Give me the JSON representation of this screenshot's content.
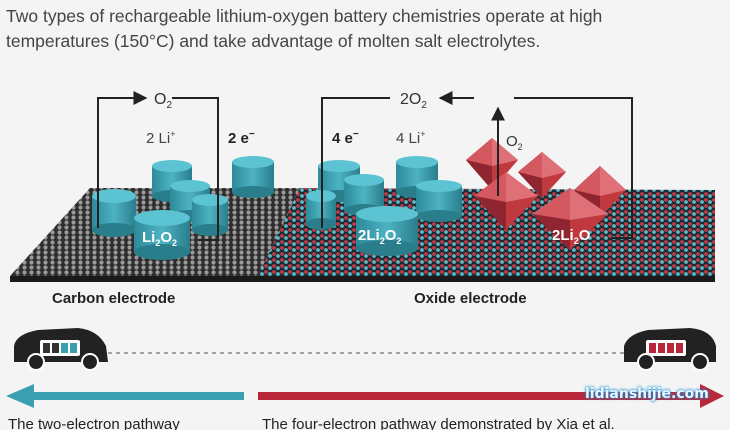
{
  "caption": {
    "line1": "Two types of rechargeable lithium-oxygen battery chemistries operate at high",
    "line2": "temperatures (150°C) and take advantage of molten salt electrolytes."
  },
  "left": {
    "gas": "O",
    "gas_sub": "2",
    "li_ions": "2 Li",
    "li_sup": "+",
    "electrons": "2 e",
    "electrons_sup": "−",
    "product": "Li",
    "product_sub1": "2",
    "product_mid": "O",
    "product_sub2": "2",
    "electrode": "Carbon electrode"
  },
  "right": {
    "gas_coef": "2O",
    "gas_sub": "2",
    "electrons": "4 e",
    "electrons_sup": "−",
    "li_ions": "4 Li",
    "li_sup": "+",
    "o2_label": "O",
    "o2_sub": "2",
    "product1": "2Li",
    "product1_sub1": "2",
    "product1_mid": "O",
    "product1_sub2": "2",
    "product2": "2Li",
    "product2_sub": "2",
    "product2_end": "O",
    "electrode": "Oxide electrode"
  },
  "bottom": {
    "left_text": "The two-electron pathway",
    "right_text": "The four-electron pathway demonstrated by Xia et al."
  },
  "watermark": "lidianshijie.com",
  "colors": {
    "teal": "#3a9fb0",
    "red": "#b8283a",
    "dark": "#222222"
  }
}
